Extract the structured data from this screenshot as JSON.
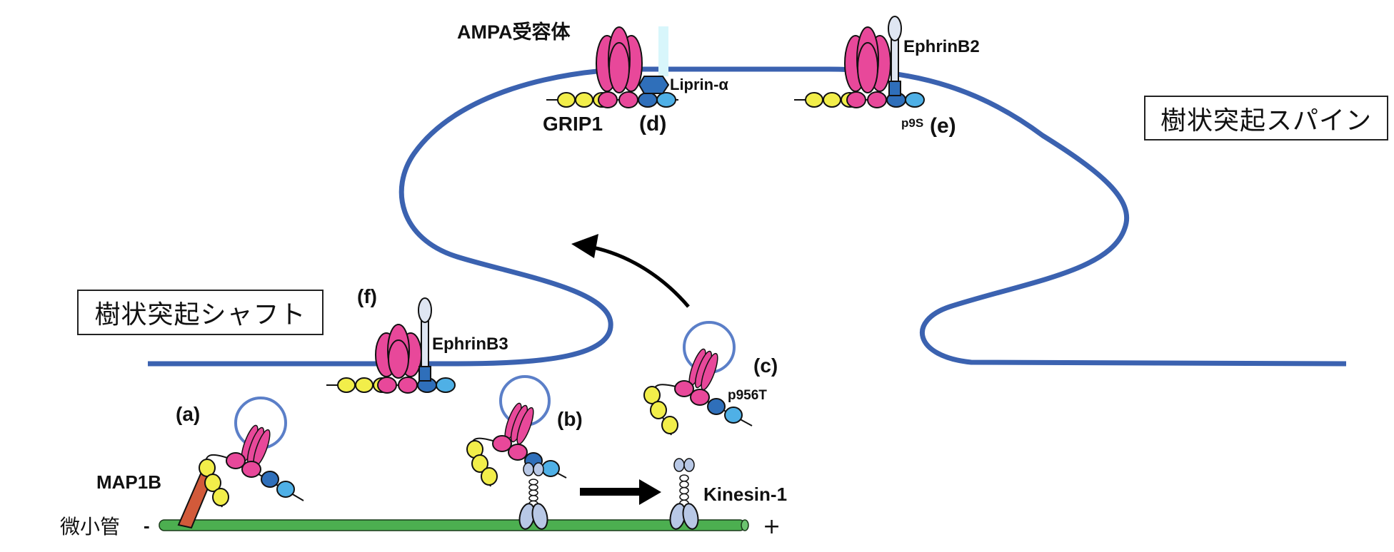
{
  "figure": {
    "type": "schematic",
    "subject": "AMPA receptor transport to dendritic spine"
  },
  "regions": {
    "spine_label": "樹状突起スパイン",
    "shaft_label": "樹状突起シャフト"
  },
  "labels": {
    "ampa_receptor": "AMPA受容体",
    "liprin": "Liprin-α",
    "grip1": "GRIP1",
    "ephrinB2": "EphrinB2",
    "ephrinB3": "EphrinB3",
    "p9s": "p9S",
    "p956t": "p956T",
    "map1b": "MAP1B",
    "kinesin": "Kinesin-1",
    "microtubule": "微小管",
    "minus_end": "-",
    "plus_end": "+"
  },
  "panels": {
    "a": "(a)",
    "b": "(b)",
    "c": "(c)",
    "d": "(d)",
    "e": "(e)",
    "f": "(f)"
  },
  "colors": {
    "membrane": "#3b62b0",
    "receptor": "#e8489a",
    "grip_pdz": "#f2ee4a",
    "grip_dark": "#2f6fba",
    "grip_light": "#4fb0e6",
    "ephrin_stalk": "#dfe6f2",
    "kinesin": "#b8c8e6",
    "microtubule": "#4caf50",
    "map1b": "#d25a3a",
    "vesicle": "#5b7fc8",
    "liprin_bar": "#d8f6fb"
  }
}
